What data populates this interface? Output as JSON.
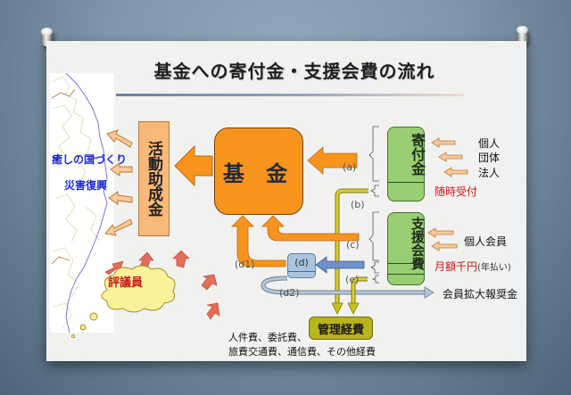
{
  "title": "基金への寄付金・支援会費の流れ",
  "map": {
    "label_line1": "癒しの国づくり",
    "label_line2": "災害復興"
  },
  "boxes": {
    "grant": "活動助成金",
    "fund": "基 金",
    "donation": "寄付金",
    "support_fee": "支援会費",
    "admin_cost": "管理経費",
    "reserve": "(d)",
    "council": "評議員"
  },
  "flow_labels": {
    "a": "(a)",
    "b": "(b)",
    "c": "(c)",
    "d1": "(d1)",
    "d2": "(d2)",
    "e": "(e)"
  },
  "donors": [
    "個人",
    "団体",
    "法人"
  ],
  "donation_note": "随時受付",
  "members": "個人会員",
  "fee_note_main": "月額千円",
  "fee_note_sub": "(年払い)",
  "member_reward": "会員拡大報奨金",
  "admin_detail_line1": "人件費、委託費、",
  "admin_detail_line2": "旅費交通費、通信費、その他経費",
  "colors": {
    "fund_orange": "#f7941d",
    "grant_peach": "#f9b97b",
    "green_box": "#99cf72",
    "admin_olive": "#b8b41e",
    "flow_blue": "#6f8fc9",
    "council_red_arrow": "#e46c5a",
    "cloud_yellow": "#f8f39a",
    "note_red": "#c81818",
    "map_text_blue": "#1d2ad0"
  }
}
